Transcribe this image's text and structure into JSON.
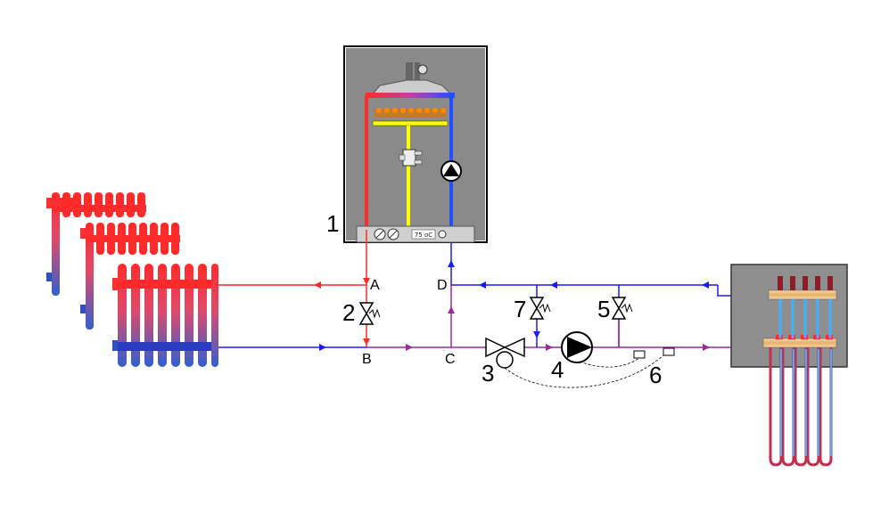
{
  "labels": {
    "boiler": "1",
    "bypass_valve": "2",
    "mixing_valve": "3",
    "pump": "4",
    "floor_bypass_valve": "5",
    "thermostats": "6",
    "check_valve": "7",
    "point_a": "A",
    "point_b": "B",
    "point_c": "C",
    "point_d": "D"
  },
  "boiler_display": "75 oC",
  "colors": {
    "hot": "#ff2a2a",
    "cold": "#1a1aff",
    "mixed": "#9a2aa0",
    "gas": "#ffff00",
    "boiler_body": "#8a8a8a",
    "manifold_box": "#8f8f8f"
  }
}
